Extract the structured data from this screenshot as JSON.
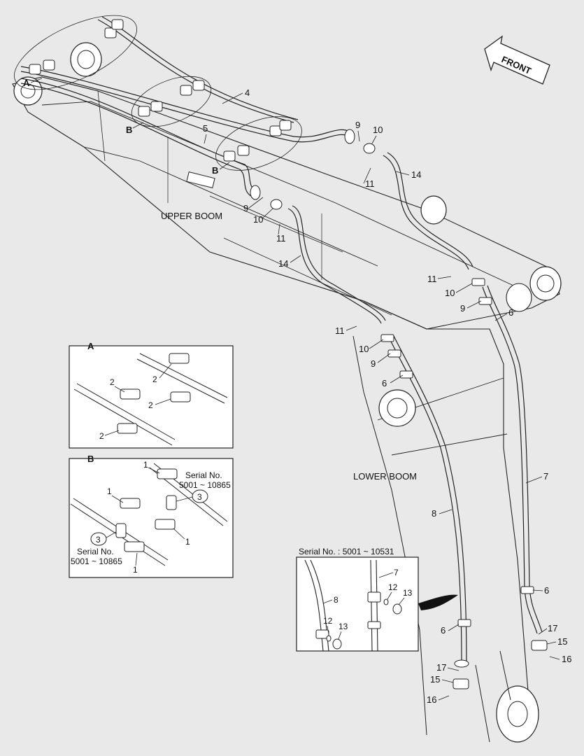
{
  "orientation": {
    "front": "FRONT"
  },
  "sections": {
    "upper_boom": "UPPER BOOM",
    "lower_boom": "LOWER BOOM"
  },
  "callouts": {
    "a": "A",
    "b1": "B",
    "b2": "B",
    "p4": "4",
    "p5": "5",
    "p9a": "9",
    "p10a": "10",
    "p11a": "11",
    "p14a": "14",
    "p9b": "9",
    "p10b": "10",
    "p11b": "11",
    "p14b": "14",
    "p11c": "11",
    "p10c": "10",
    "p9c": "9",
    "p6c": "6",
    "p11d": "11",
    "p10d": "10",
    "p9d": "9",
    "p6d": "6",
    "p7": "7",
    "p8": "8",
    "p6e": "6",
    "p6f": "6",
    "p17a": "17",
    "p15a": "15",
    "p16a": "16",
    "p17b": "17",
    "p15b": "15",
    "p16b": "16"
  },
  "detail_a": {
    "title": "A",
    "labels": [
      "2",
      "2",
      "2",
      "2"
    ]
  },
  "detail_b": {
    "title": "B",
    "labels": [
      "1",
      "1",
      "1",
      "1"
    ],
    "serial_top_1": "Serial No.",
    "serial_top_2": "5001 ~ 10865",
    "serial_bot_1": "Serial No.",
    "serial_bot_2": "5001 ~ 10865",
    "circle_top": "3",
    "circle_bot": "3"
  },
  "detail_serial": {
    "title": "Serial No. : 5001 ~ 10531",
    "labels": {
      "p7": "7",
      "p8": "8",
      "p12a": "12",
      "p13a": "13",
      "p12b": "12",
      "p13b": "13"
    }
  }
}
